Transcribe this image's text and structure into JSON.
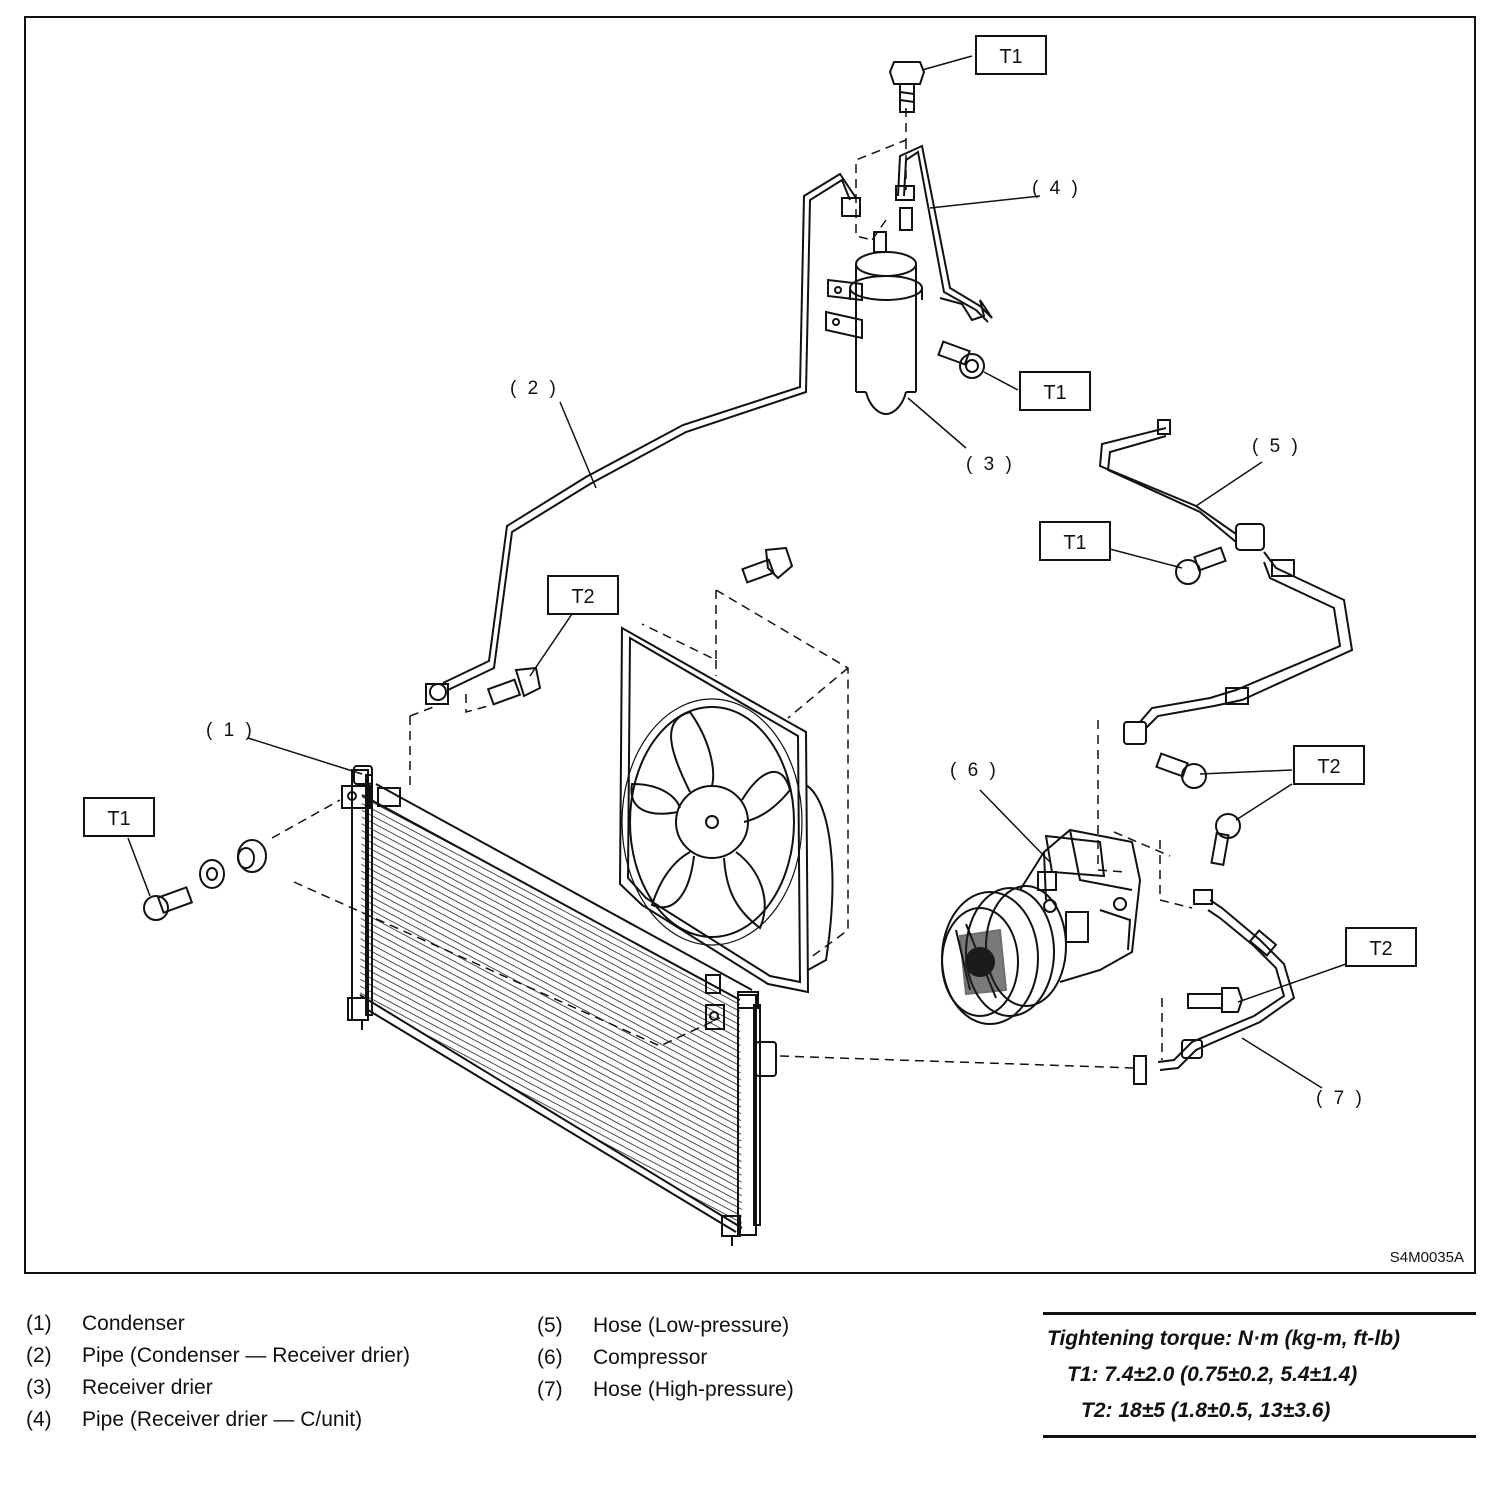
{
  "figure_id": "S4M0035A",
  "callouts": {
    "c1": "( 1 )",
    "c2": "( 2 )",
    "c3": "( 3 )",
    "c4": "( 4 )",
    "c5": "( 5 )",
    "c6": "( 6 )",
    "c7": "( 7 )"
  },
  "torque_labels": {
    "t1": "T1",
    "t2": "T2"
  },
  "legend_left": [
    {
      "num": "(1)",
      "text": "Condenser"
    },
    {
      "num": "(2)",
      "text": "Pipe (Condenser — Receiver drier)"
    },
    {
      "num": "(3)",
      "text": "Receiver drier"
    },
    {
      "num": "(4)",
      "text": "Pipe (Receiver drier — C/unit)"
    }
  ],
  "legend_right": [
    {
      "num": "(5)",
      "text": "Hose (Low-pressure)"
    },
    {
      "num": "(6)",
      "text": "Compressor"
    },
    {
      "num": "(7)",
      "text": "Hose (High-pressure)"
    }
  ],
  "torque_table": {
    "heading": "Tightening torque: N·m (kg-m, ft-lb)",
    "t1": "T1: 7.4±2.0 (0.75±0.2, 5.4±1.4)",
    "t2": "T2: 18±5 (1.8±0.5, 13±3.6)"
  }
}
